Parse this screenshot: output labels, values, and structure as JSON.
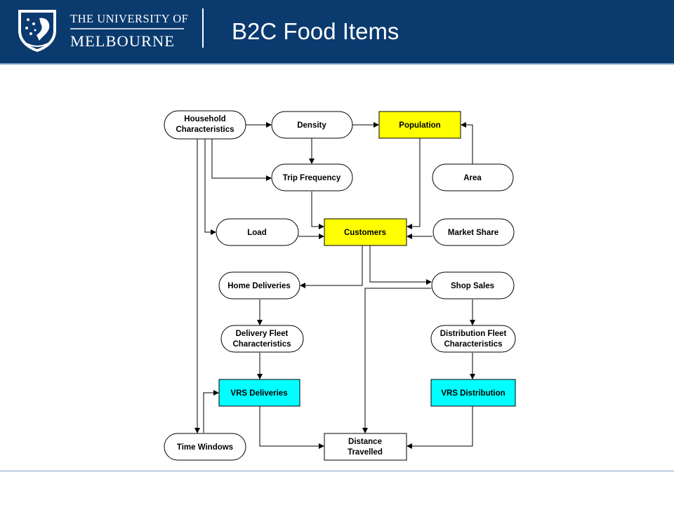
{
  "header": {
    "logo_line1": "THE UNIVERSITY OF",
    "logo_line2": "MELBOURNE",
    "title": "B2C Food Items"
  },
  "colors": {
    "header_bg": "#0a3a6e",
    "yellow_node": "#ffff00",
    "cyan_node": "#00ffff"
  },
  "diagram": {
    "nodes": {
      "household": [
        "Household",
        "Characteristics"
      ],
      "density": [
        "Density"
      ],
      "population": [
        "Population"
      ],
      "trip_frequency": [
        "Trip Frequency"
      ],
      "area": [
        "Area"
      ],
      "load": [
        "Load"
      ],
      "customers": [
        "Customers"
      ],
      "market_share": [
        "Market Share"
      ],
      "home_deliveries": [
        "Home Deliveries"
      ],
      "shop_sales": [
        "Shop Sales"
      ],
      "delivery_fleet": [
        "Delivery Fleet",
        "Characteristics"
      ],
      "distribution_fleet": [
        "Distribution Fleet",
        "Characteristics"
      ],
      "vrs_deliveries": [
        "VRS Deliveries"
      ],
      "vrs_distribution": [
        "VRS Distribution"
      ],
      "time_windows": [
        "Time Windows"
      ],
      "distance_travelled": [
        "Distance",
        "Travelled"
      ]
    }
  }
}
